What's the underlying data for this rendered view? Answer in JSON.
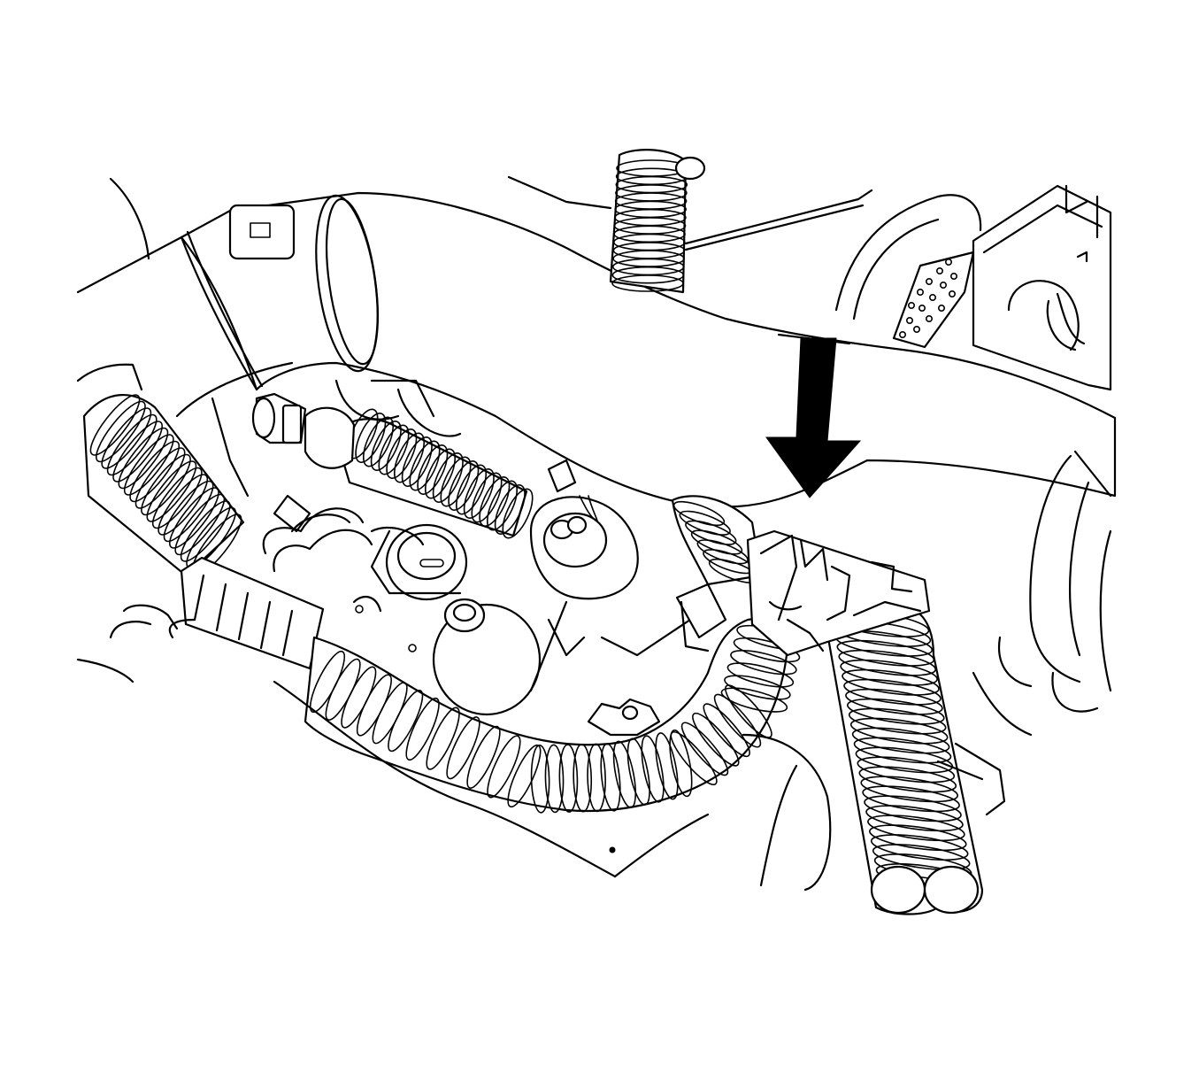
{
  "figure": {
    "description_type": "line-art service illustration",
    "colors": {
      "line": "#000000",
      "background": "#ffffff"
    },
    "callouts": [
      {
        "name": "arrow-indicator",
        "icon": "down-arrow-icon",
        "direction": "down"
      }
    ]
  }
}
